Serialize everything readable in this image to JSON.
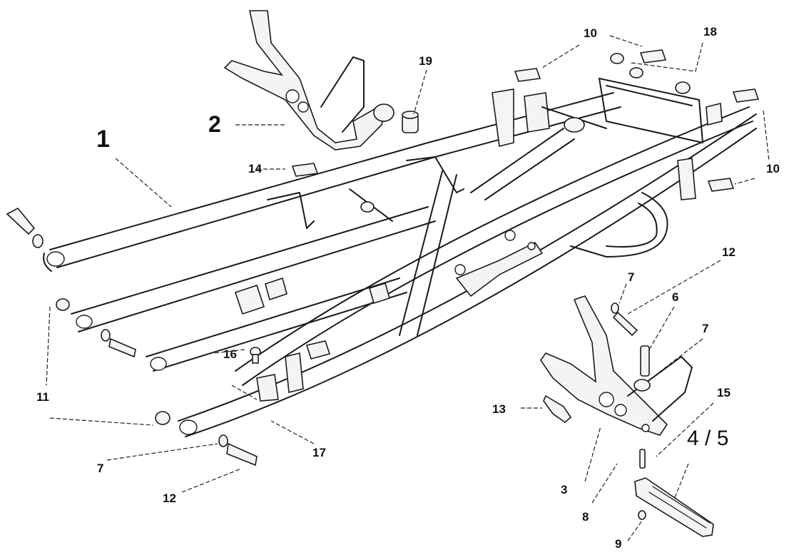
{
  "callouts": {
    "c1": "1",
    "c2": "2",
    "c3": "3",
    "c4_5": "4 / 5",
    "c6": "6",
    "c7a": "7",
    "c7b": "7",
    "c7c": "7",
    "c8": "8",
    "c9": "9",
    "c10a": "10",
    "c10b": "10",
    "c11": "11",
    "c12a": "12",
    "c12b": "12",
    "c13": "13",
    "c14": "14",
    "c15": "15",
    "c16": "16",
    "c17": "17",
    "c18": "18",
    "c19": "19"
  },
  "colors": {
    "ink": "#1a1a1a",
    "paper": "#ffffff"
  }
}
